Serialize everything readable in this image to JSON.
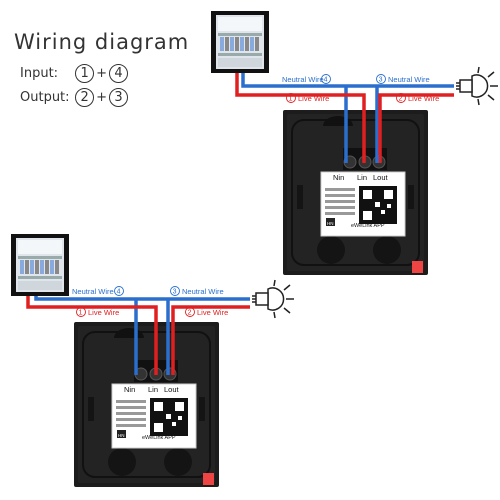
{
  "title": "Wiring diagram",
  "input": {
    "label": "Input:",
    "a": "1",
    "plus": "+",
    "b": "4"
  },
  "output": {
    "label": "Output:",
    "a": "2",
    "plus": "+",
    "b": "3"
  },
  "wires": {
    "neutral_4": "Neutral Wire",
    "neutral_3": "Neutral Wire",
    "live_1": "Live Wire",
    "live_2": "Live Wire",
    "num_1": "1",
    "num_2": "2",
    "num_3": "3",
    "num_4": "4"
  },
  "terminals": {
    "n_in": "Nin",
    "l_in": "Lin",
    "l_out": "Lout"
  },
  "label": {
    "brand": "eWeLink APP",
    "badge": "HN"
  },
  "colors": {
    "neutral": "#2b6fce",
    "live": "#e02020",
    "panel": "#1c1c1c"
  }
}
